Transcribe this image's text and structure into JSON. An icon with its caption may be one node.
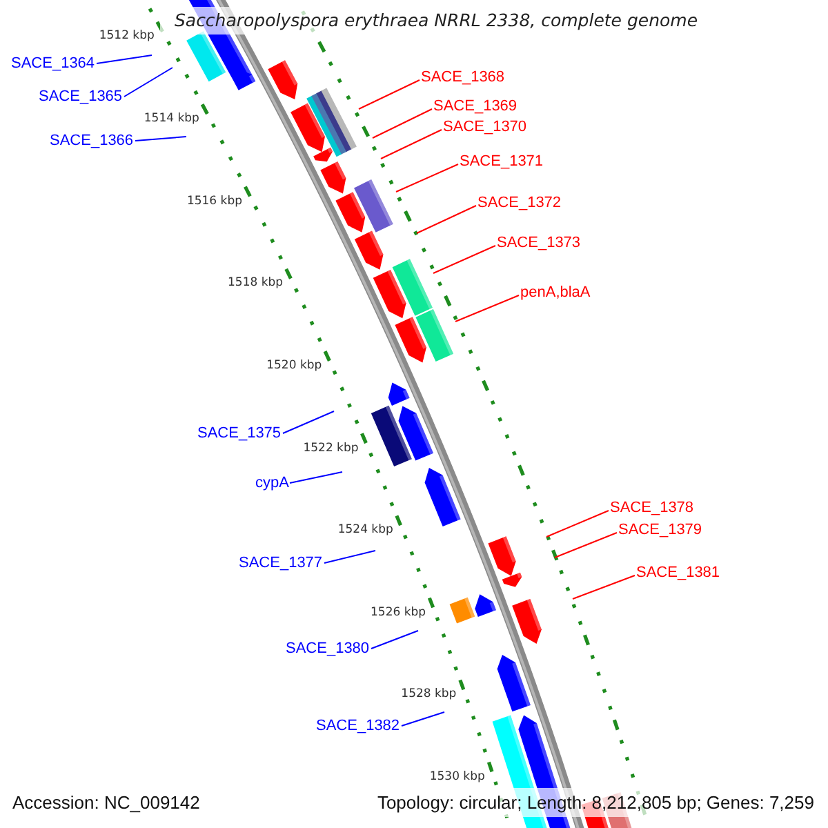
{
  "diagram": {
    "title": "Saccharopolyspora erythraea NRRL 2338, complete genome",
    "nodes": [
      {
        "text": [
          "SACE_1364"
        ]
      },
      {
        "text": [
          "SACE_1365"
        ]
      },
      {
        "text": [
          "SACE_1366"
        ]
      },
      {
        "text": [
          "SACE_1368"
        ]
      },
      {
        "text": [
          "SACE_1369"
        ]
      },
      {
        "text": [
          "SACE_1370"
        ]
      },
      {
        "text": [
          "SACE_1371"
        ]
      },
      {
        "text": [
          "SACE_1372"
        ]
      },
      {
        "text": [
          "SACE_1373"
        ]
      },
      {
        "text": [
          "penA,blaA"
        ]
      },
      {
        "text": [
          "SACE_1375"
        ]
      },
      {
        "text": [
          "cypA"
        ]
      },
      {
        "text": [
          "SACE_1378"
        ]
      },
      {
        "text": [
          "SACE_1379"
        ]
      },
      {
        "text": [
          "SACE_1377"
        ]
      },
      {
        "text": [
          "SACE_1381"
        ]
      },
      {
        "text": [
          "SACE_1380"
        ]
      },
      {
        "text": [
          "SACE_1382"
        ]
      }
    ],
    "edges": [
      {
        "from": 0,
        "to": null,
        "arrow": "none",
        "color": "#0000ff"
      },
      {
        "from": 1,
        "to": null,
        "arrow": "none",
        "color": "#0000ff"
      },
      {
        "from": 2,
        "to": null,
        "arrow": "none",
        "color": "#0000ff"
      },
      {
        "from": 3,
        "to": null,
        "arrow": "none"
      },
      {
        "from": 4,
        "to": null,
        "arrow": "none"
      },
      {
        "from": 5,
        "to": null,
        "arrow": "none"
      },
      {
        "from": 6,
        "to": null,
        "arrow": "none"
      },
      {
        "from": 7,
        "to": null,
        "arrow": "none"
      },
      {
        "from": 8,
        "to": null,
        "arrow": "none"
      },
      {
        "from": 9,
        "to": null,
        "arrow": "none"
      },
      {
        "from": 10,
        "to": null,
        "arrow": "none",
        "color": "#0000ff"
      },
      {
        "from": 11,
        "to": null,
        "arrow": "none",
        "color": "#0000ff"
      },
      {
        "from": 12,
        "to": null,
        "arrow": "none"
      },
      {
        "from": 13,
        "to": null,
        "arrow": "none"
      },
      {
        "from": 14,
        "to": null,
        "arrow": "none",
        "color": "#0000ff"
      },
      {
        "from": 15,
        "to": null,
        "arrow": "none"
      },
      {
        "from": 16,
        "to": null,
        "arrow": "none",
        "color": "#0000ff"
      },
      {
        "from": 17,
        "to": null,
        "arrow": "none",
        "color": "#0000ff"
      }
    ],
    "labels": [
      "1512 kbp",
      "1514 kbp",
      "1516 kbp",
      "1518 kbp",
      "1520 kbp",
      "1522 kbp",
      "1524 kbp",
      "1526 kbp",
      "1528 kbp",
      "1530 kbp",
      "Accession: NC_009142",
      "Topology: circular; Length: 8,212,805 bp; Genes: 7,259"
    ]
  }
}
